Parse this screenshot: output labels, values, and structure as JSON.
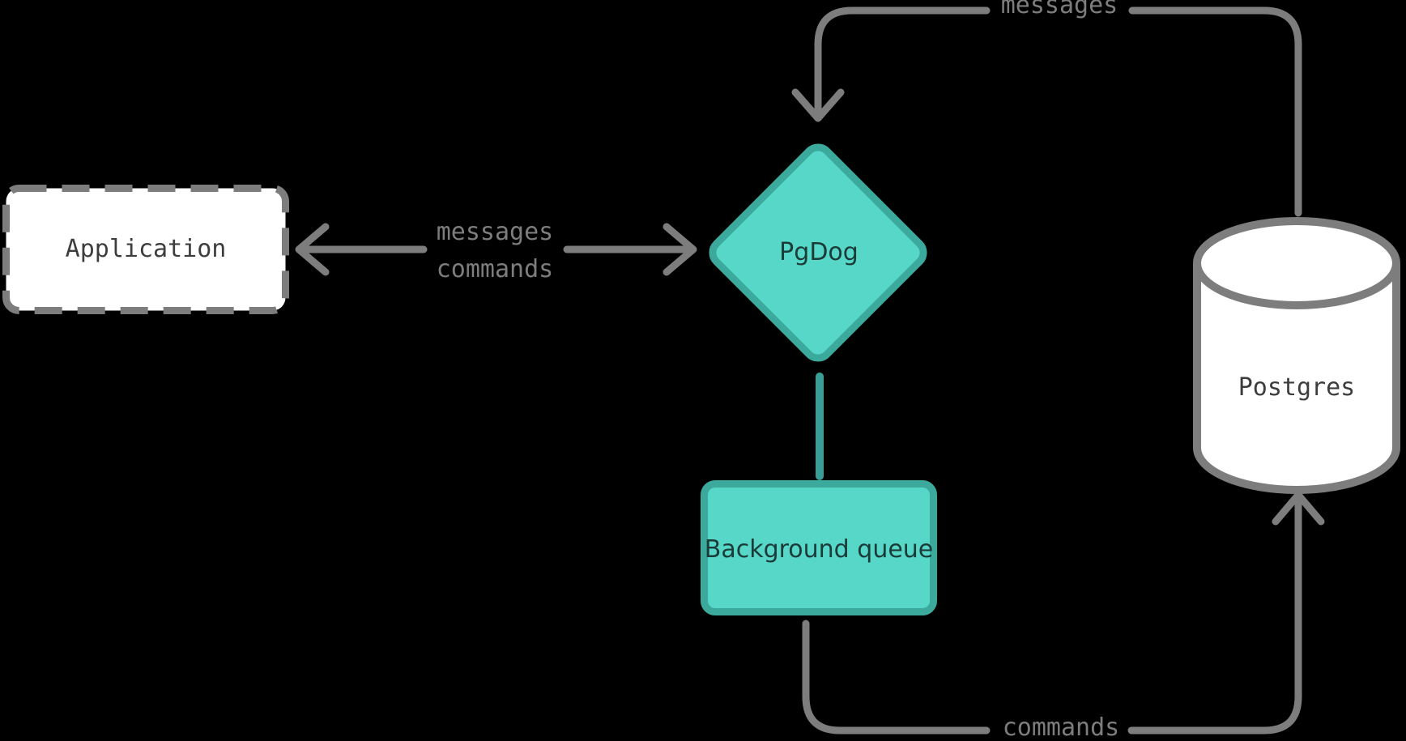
{
  "diagram": {
    "background_color": "#000000",
    "colors": {
      "wire_gray": "#7d7d7d",
      "edge_label_gray": "#7d7d7d",
      "node_text_dark": "#3d3d3d",
      "teal_fill": "#57d7c8",
      "teal_border": "#3baa9c",
      "teal_text": "#1b3b38",
      "teal_connector": "#379f95",
      "node_fill_white": "#ffffff"
    },
    "nodes": {
      "application": {
        "label": "Application",
        "shape": "dashed-rectangle"
      },
      "pgdog": {
        "label": "PgDog",
        "shape": "diamond"
      },
      "background_queue": {
        "label_line1": "Background",
        "label_line2": "queue",
        "shape": "rounded-rectangle"
      },
      "postgres": {
        "label": "Postgres",
        "shape": "database-cylinder"
      }
    },
    "edges": {
      "app_pgdog": {
        "type": "bidirectional-arrow",
        "label_top": "messages",
        "label_bottom": "commands"
      },
      "postgres_to_pgdog": {
        "type": "arrow",
        "label": "messages"
      },
      "pgdog_to_queue": {
        "type": "plain-connector"
      },
      "queue_to_postgres": {
        "type": "arrow",
        "label": "commands"
      }
    }
  }
}
